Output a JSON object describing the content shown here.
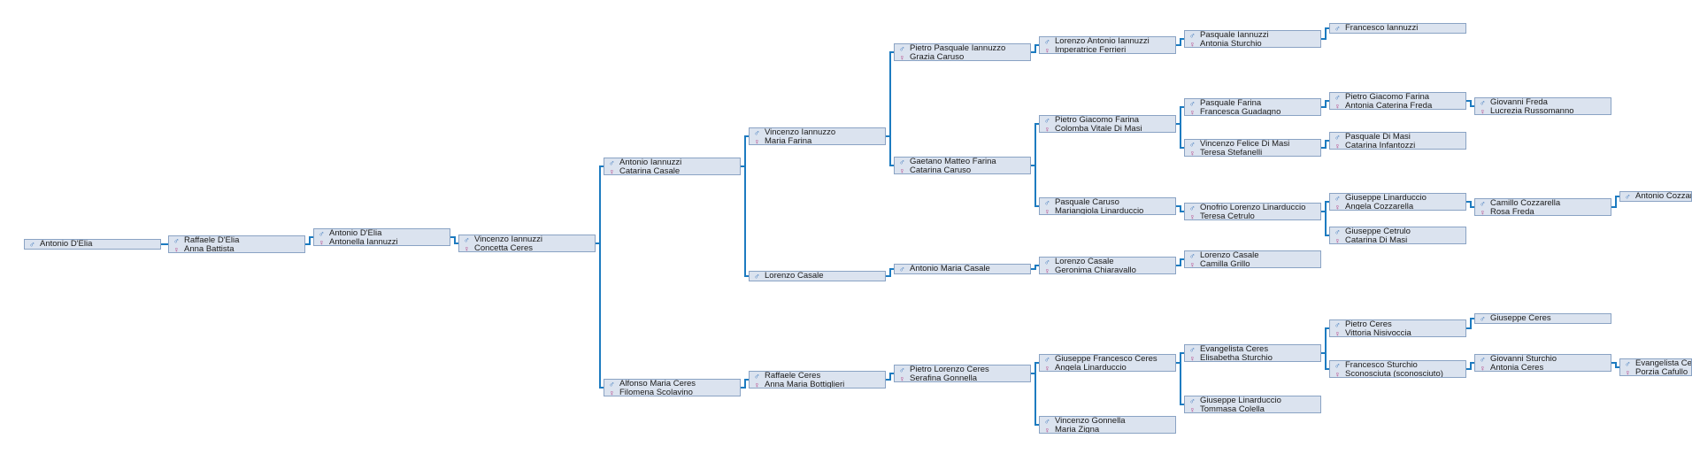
{
  "colors": {
    "box_bg": "#dbe3ef",
    "box_border": "#8aa3c4",
    "connector": "#1d7bc0",
    "male": "#2c6bb6",
    "female": "#b0307a"
  },
  "icons": {
    "male": "male-symbol-icon",
    "female": "female-symbol-icon"
  },
  "symbols": {
    "male": "♂",
    "female": "♀"
  },
  "persons": {
    "root": {
      "father": "Antonio D'Elia"
    },
    "g1": {
      "father": "Raffaele D'Elia",
      "mother": "Anna Battista"
    },
    "g2": {
      "father": "Antonio D'Elia",
      "mother": "Antonella Iannuzzi"
    },
    "g3": {
      "father": "Vincenzo Iannuzzi",
      "mother": "Concetta Ceres"
    },
    "g4a": {
      "father": "Antonio Iannuzzi",
      "mother": "Catarina Casale"
    },
    "g4b": {
      "father": "Alfonso Maria Ceres",
      "mother": "Filomena Scolavino"
    },
    "g5a": {
      "father": "Vincenzo Iannuzzo",
      "mother": "Maria Farina"
    },
    "g5b": {
      "father": "Lorenzo Casale"
    },
    "g5c": {
      "father": "Raffaele Ceres",
      "mother": "Anna Maria Bottiglieri"
    },
    "g6a": {
      "father": "Pietro Pasquale Iannuzzo",
      "mother": "Grazia Caruso"
    },
    "g6b": {
      "father": "Gaetano Matteo Farina",
      "mother": "Catarina Caruso"
    },
    "g6c": {
      "father": "Antonio Maria Casale"
    },
    "g6d": {
      "father": "Pietro Lorenzo Ceres",
      "mother": "Serafina Gonnella"
    },
    "g7a": {
      "father": "Lorenzo Antonio Iannuzzi",
      "mother": "Imperatrice Ferrieri"
    },
    "g7b": {
      "father": "Pietro Giacomo Farina",
      "mother": "Colomba Vitale Di Masi"
    },
    "g7c": {
      "father": "Pasquale Caruso",
      "mother": "Mariangiola Linarduccio"
    },
    "g7d": {
      "father": "Lorenzo Casale",
      "mother": "Geronima Chiaravallo"
    },
    "g7e": {
      "father": "Giuseppe Francesco Ceres",
      "mother": "Angela Linarduccio"
    },
    "g7f": {
      "father": "Vincenzo Gonnella",
      "mother": "Maria Zigna"
    },
    "g8a": {
      "father": "Pasquale Iannuzzi",
      "mother": "Antonia Sturchio"
    },
    "g8b": {
      "father": "Pasquale Farina",
      "mother": "Francesca Guadagno"
    },
    "g8c": {
      "father": "Vincenzo Felice Di Masi",
      "mother": "Teresa Stefanelli"
    },
    "g8d": {
      "father": "Onofrio Lorenzo Linarduccio",
      "mother": "Teresa Cetrulo"
    },
    "g8e": {
      "father": "Lorenzo Casale",
      "mother": "Camilla Grillo"
    },
    "g8f": {
      "father": "Evangelista Ceres",
      "mother": "Elisabetha Sturchio"
    },
    "g8g": {
      "father": "Giuseppe Linarduccio",
      "mother": "Tommasa Colella"
    },
    "g9a": {
      "father": "Francesco Iannuzzi"
    },
    "g9b": {
      "father": "Pietro Giacomo Farina",
      "mother": "Antonia Caterina Freda"
    },
    "g9c": {
      "father": "Pasquale Di Masi",
      "mother": "Catarina Infantozzi"
    },
    "g9d": {
      "father": "Giuseppe Linarduccio",
      "mother": "Angela Cozzarella"
    },
    "g9e": {
      "father": "Giuseppe Cetrulo",
      "mother": "Catarina Di Masi"
    },
    "g9f": {
      "father": "Pietro Ceres",
      "mother": "Vittoria Nisivoccia"
    },
    "g9g": {
      "father": "Francesco Sturchio",
      "mother": "Sconosciuta (sconosciuto)"
    },
    "g10a": {
      "father": "Giovanni Freda",
      "mother": "Lucrezia Russomanno"
    },
    "g10b": {
      "father": "Camillo Cozzarella",
      "mother": "Rosa Freda"
    },
    "g10c": {
      "father": "Giuseppe Ceres"
    },
    "g10d": {
      "father": "Giovanni Sturchio",
      "mother": "Antonia Ceres"
    },
    "g11a": {
      "father": "Antonio Cozzar"
    },
    "g11b": {
      "father": "Evangelista Ce",
      "mother": "Porzia Cafullo"
    }
  }
}
